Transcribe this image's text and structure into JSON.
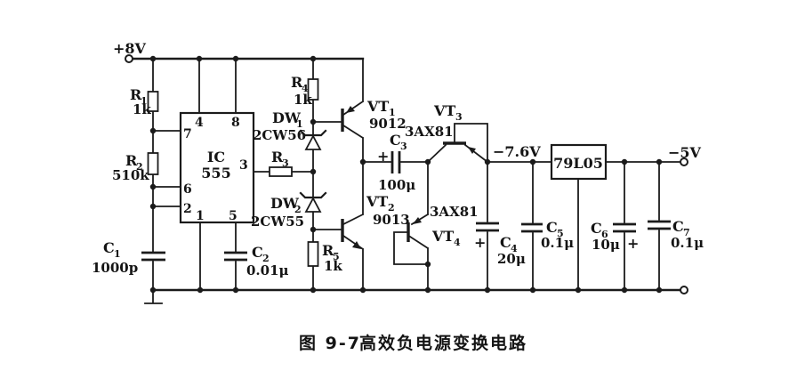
{
  "caption": {
    "fig_label": "图 9-7",
    "fig_title": "高效负电源变换电路"
  },
  "power": {
    "vin": "+8V",
    "vmid": "−7.6V",
    "vout": "−5V"
  },
  "symbols": {
    "plus": "+"
  },
  "ic555": {
    "name": "IC",
    "model": "555",
    "pins": {
      "p1": "1",
      "p2": "2",
      "p3": "3",
      "p4": "4",
      "p5": "5",
      "p6": "6",
      "p7": "7",
      "p8": "8"
    }
  },
  "regulator": {
    "model": "79L05"
  },
  "resistors": {
    "r1": {
      "ref": "R",
      "sub": "1",
      "value": "1k"
    },
    "r2": {
      "ref": "R",
      "sub": "2",
      "value": "510k"
    },
    "r3": {
      "ref": "R",
      "sub": "3"
    },
    "r4": {
      "ref": "R",
      "sub": "4",
      "value": "1k"
    },
    "r5": {
      "ref": "R",
      "sub": "5",
      "value": "1k"
    }
  },
  "capacitors": {
    "c1": {
      "ref": "C",
      "sub": "1",
      "value": "1000p"
    },
    "c2": {
      "ref": "C",
      "sub": "2",
      "value": "0.01μ"
    },
    "c3": {
      "ref": "C",
      "sub": "3",
      "value": "100μ"
    },
    "c4": {
      "ref": "C",
      "sub": "4",
      "value": "20μ"
    },
    "c5": {
      "ref": "C",
      "sub": "5",
      "value": "0.1μ"
    },
    "c6": {
      "ref": "C",
      "sub": "6",
      "value": "10μ"
    },
    "c7": {
      "ref": "C",
      "sub": "7",
      "value": "0.1μ"
    }
  },
  "zeners": {
    "dw1": {
      "ref": "DW",
      "sub": "1",
      "model": "2CW56"
    },
    "dw2": {
      "ref": "DW",
      "sub": "2",
      "model": "2CW55"
    }
  },
  "transistors": {
    "vt1": {
      "ref": "VT",
      "sub": "1",
      "model": "9012"
    },
    "vt2": {
      "ref": "VT",
      "sub": "2",
      "model": "9013"
    },
    "vt3": {
      "ref": "VT",
      "sub": "3",
      "model": "3AX81"
    },
    "vt4": {
      "ref": "VT",
      "sub": "4",
      "model": "3AX81"
    }
  }
}
